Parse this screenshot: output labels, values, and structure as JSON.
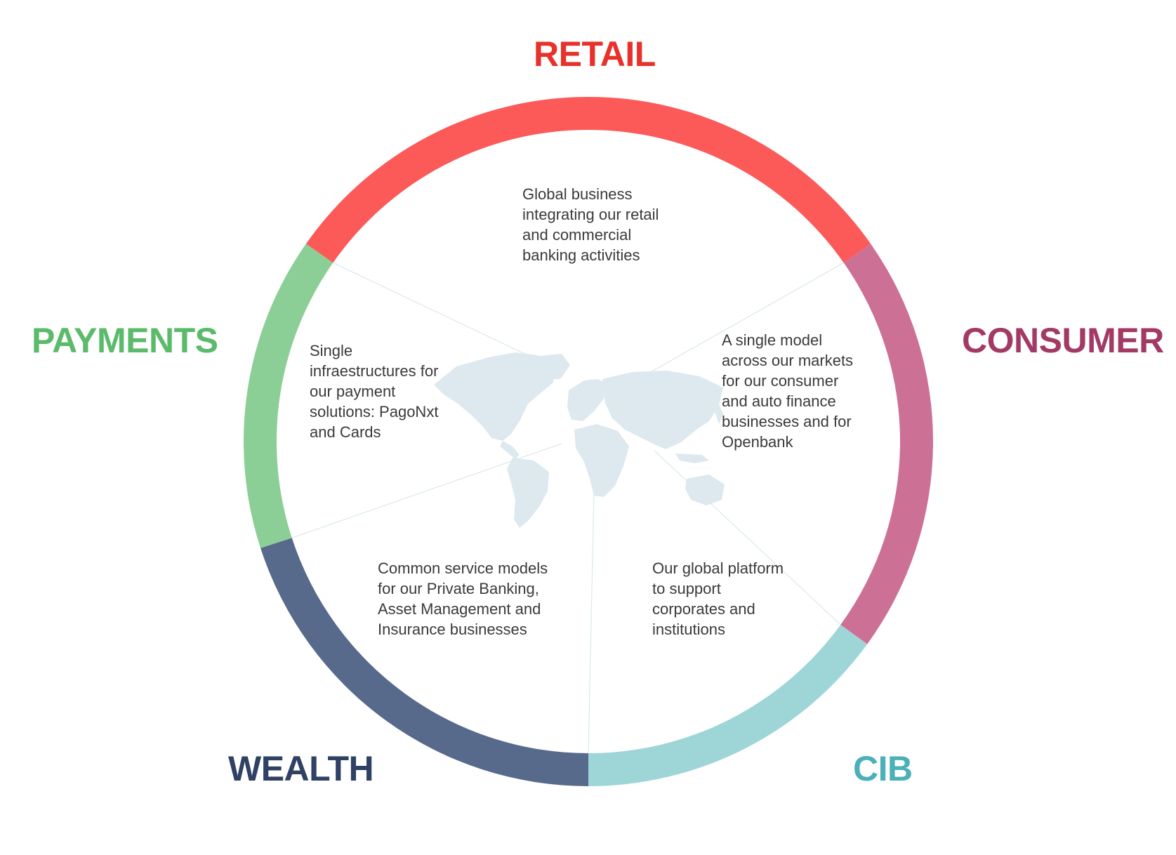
{
  "segments": [
    {
      "key": "retail",
      "title": "RETAIL",
      "description": "Global business\nintegrating our retail\nand commercial\nbanking activities",
      "ring_color": "#fb5a59",
      "title_color": "#e8312a"
    },
    {
      "key": "consumer",
      "title": "CONSUMER",
      "description": "A single model\nacross our markets\nfor our consumer\nand auto finance\nbusinesses and for\nOpenbank",
      "ring_color": "#cd7095",
      "title_color": "#a33a66"
    },
    {
      "key": "cib",
      "title": "CIB",
      "description": "Our global platform\nto support\ncorporates and\ninstitutions",
      "ring_color": "#9ed6d8",
      "title_color": "#4bb0b8"
    },
    {
      "key": "wealth",
      "title": "WEALTH",
      "description": "Common service models\nfor our Private Banking,\nAsset Management and\nInsurance businesses",
      "ring_color": "#576a8c",
      "title_color": "#2f4164"
    },
    {
      "key": "payments",
      "title": "PAYMENTS",
      "description": "Single\ninfraestructures for\nour payment\nsolutions: PagoNxt\nand Cards",
      "ring_color": "#8ccf96",
      "title_color": "#5cba6b"
    }
  ],
  "map_color": "#dde9ee",
  "divider_color": "#dbe8ea"
}
